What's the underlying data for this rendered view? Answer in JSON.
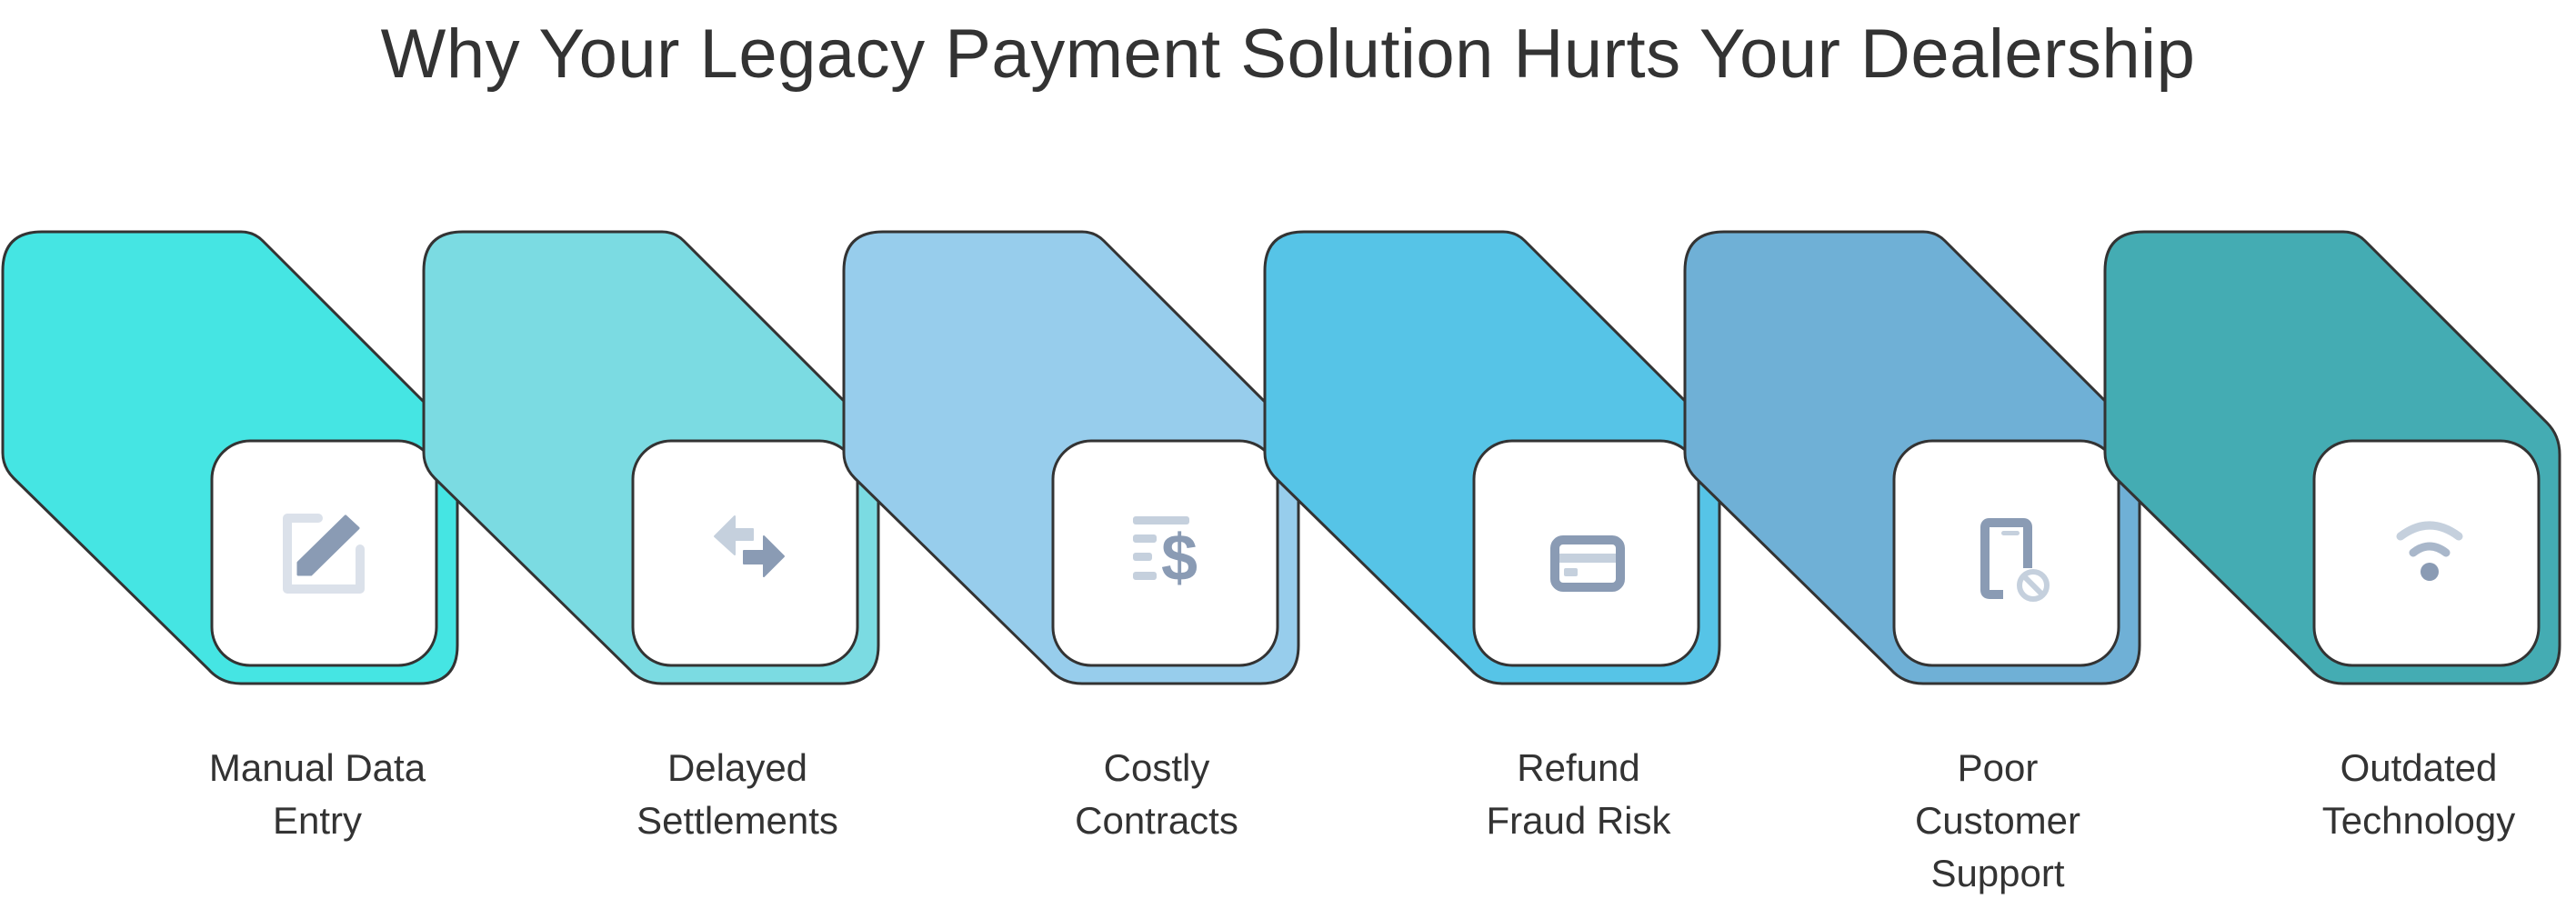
{
  "title": "Why Your Legacy Payment Solution Hurts Your Dealership",
  "colors": {
    "outline": "#333333",
    "icon_dark": "#8a9bb4",
    "icon_light": "#c5d0dd",
    "icon_lighter": "#dbe1ea"
  },
  "items": [
    {
      "label_lines": [
        "Manual Data",
        "Entry"
      ],
      "icon": "edit-icon",
      "color": "#45e5e3"
    },
    {
      "label_lines": [
        "Delayed",
        "Settlements"
      ],
      "icon": "transfer-arrows-icon",
      "color": "#7bdbe2"
    },
    {
      "label_lines": [
        "Costly",
        "Contracts"
      ],
      "icon": "invoice-dollar-icon",
      "color": "#97cdec"
    },
    {
      "label_lines": [
        "Refund",
        "Fraud Risk"
      ],
      "icon": "credit-card-icon",
      "color": "#56c4e7"
    },
    {
      "label_lines": [
        "Poor",
        "Customer",
        "Support"
      ],
      "icon": "phone-blocked-icon",
      "color": "#6fb0d6"
    },
    {
      "label_lines": [
        "Outdated",
        "Technology"
      ],
      "icon": "wifi-icon",
      "color": "#44acb3"
    }
  ]
}
